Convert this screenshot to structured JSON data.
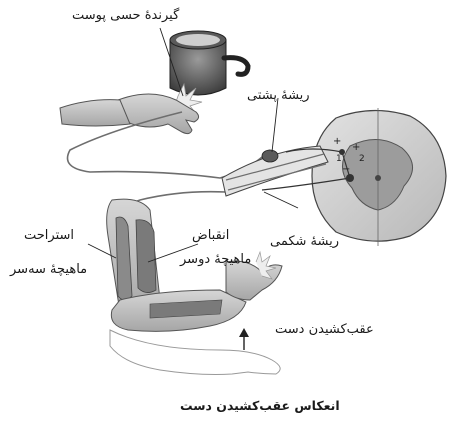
{
  "labels": {
    "skin_receptor": "گیرندهٔ حسی پوست",
    "dorsal_root": "ریشهٔ پشتی",
    "ventral_root": "ریشهٔ شکمی",
    "relaxation": "استراحت",
    "triceps": "ماهیچهٔ سه‌سر",
    "contraction": "انقباض",
    "biceps": "ماهیچهٔ دوسر",
    "withdraw": "عقب‌کشیدن دست"
  },
  "neuron_numbers": {
    "n1": "1",
    "n2": "2"
  },
  "caption": "انعکاس عقب‌کشیدن دست",
  "colors": {
    "skin": "#c9c9c9",
    "skin_dark": "#8e8e8e",
    "muscle": "#7a7a7a",
    "nerve": "#6e6e6e",
    "line": "#222222"
  }
}
